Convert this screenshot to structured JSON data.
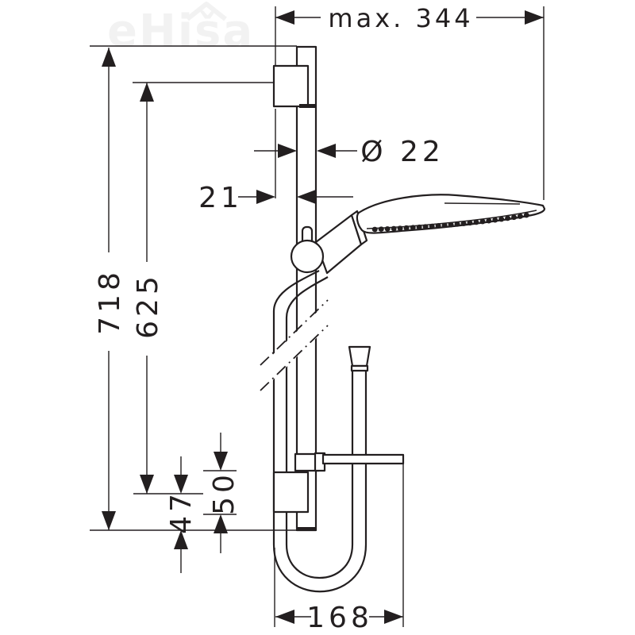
{
  "page": {
    "background": "#ffffff",
    "line_color": "#231f20"
  },
  "watermark": {
    "text": "eHiša"
  },
  "diagram": {
    "type": "technical-dimension-drawing",
    "subject": "Shower set side view: wall bar with brackets, slider, hand shower and shower hose loop",
    "units": "mm",
    "labels": {
      "max_reach": "max. 344",
      "bar_diameter": "Ø 22",
      "wall_clearance": "21",
      "bar_total_height": "718",
      "bracket_spacing": "625",
      "bar_end_offset": "47",
      "bracket_body_height": "50",
      "hose_loop_width": "168"
    }
  }
}
